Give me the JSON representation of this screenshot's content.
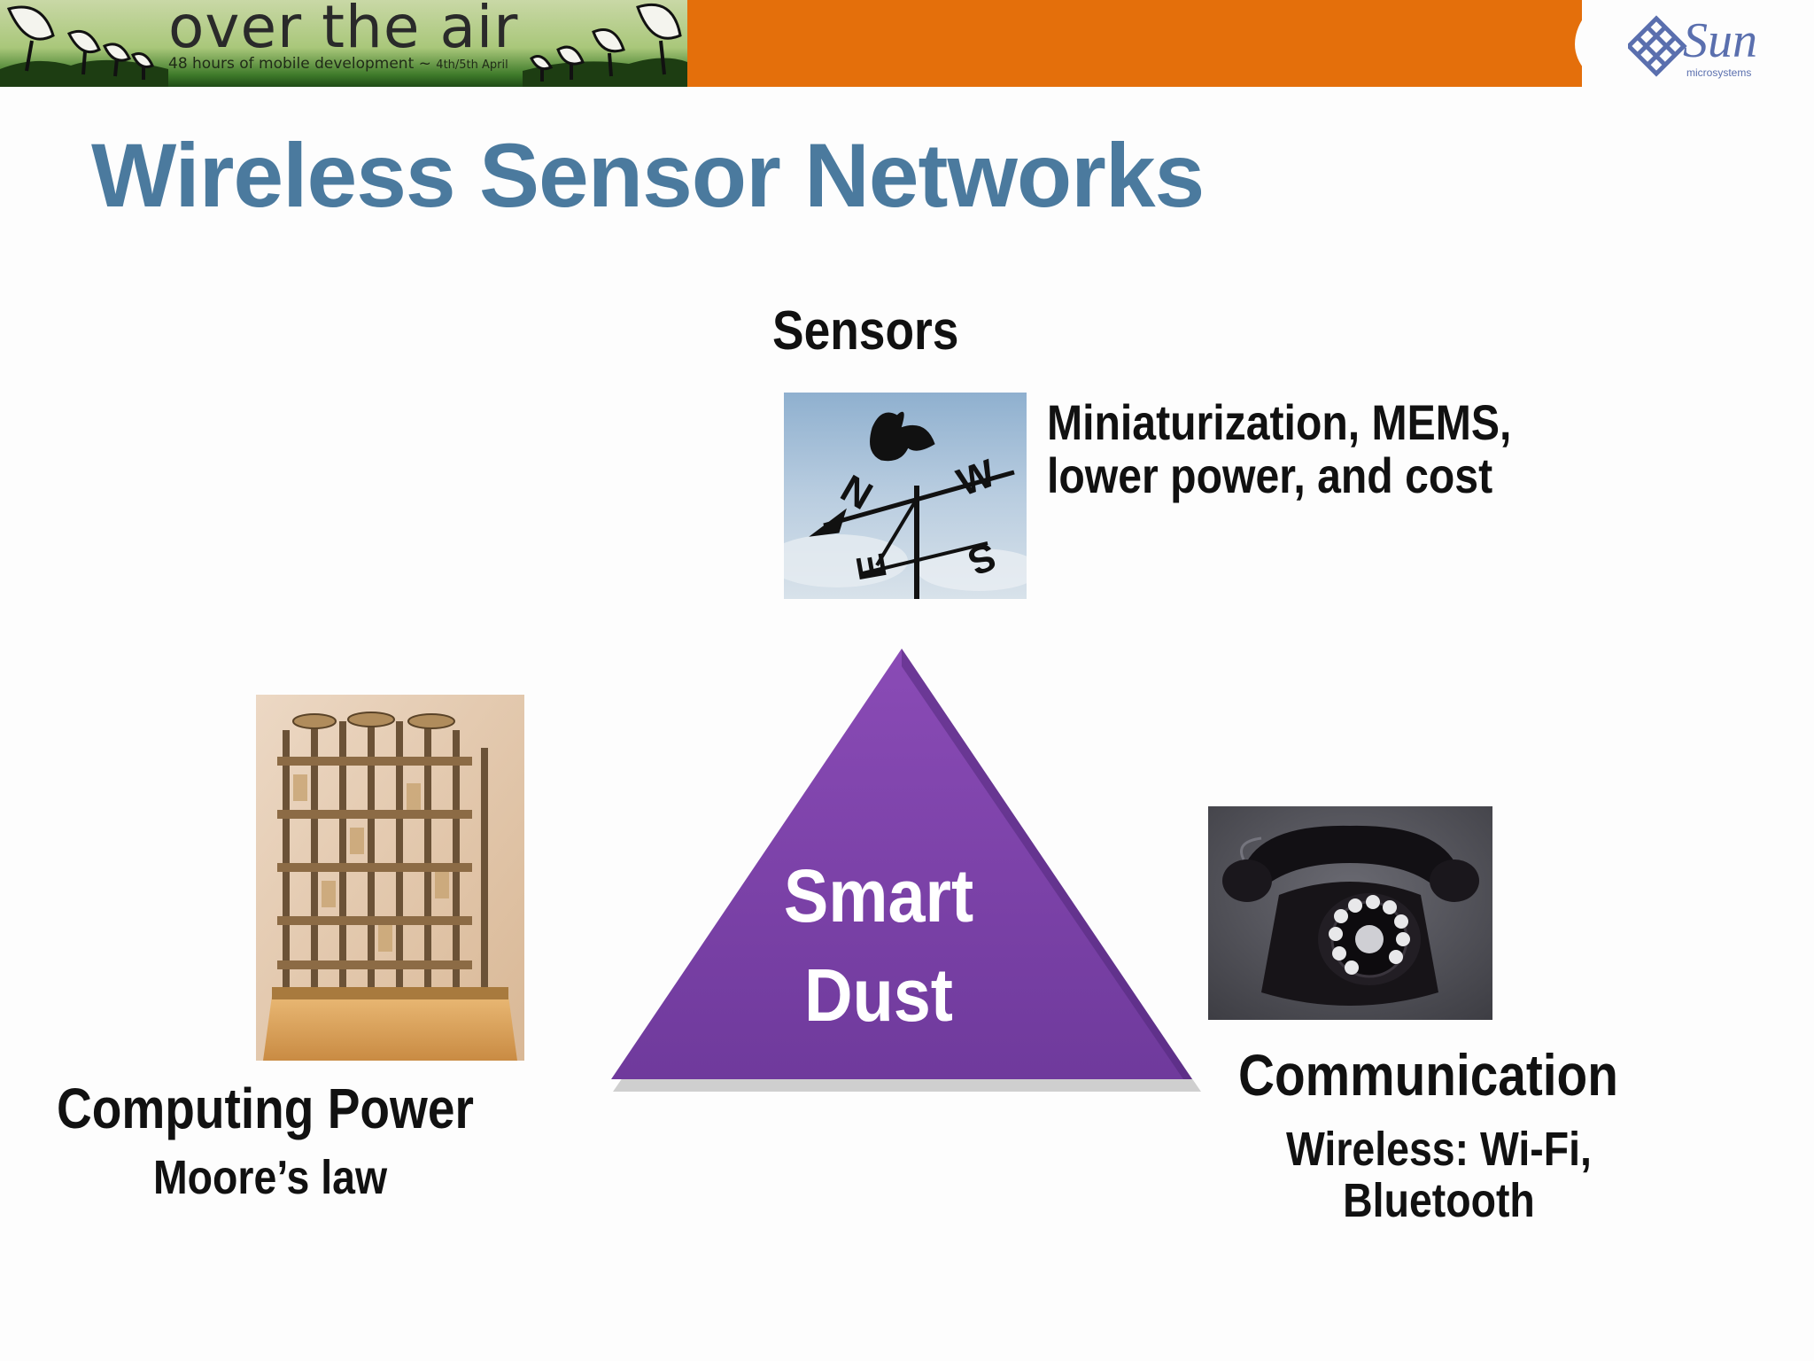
{
  "banner": {
    "title": "over the air",
    "subtitle": "48 hours of mobile development ~",
    "date": "4th/5th April",
    "colors": {
      "green": "#3f7b2a",
      "orange": "#e46f0b"
    }
  },
  "logo": {
    "brand": "Sun",
    "sub": "microsystems",
    "color": "#5a6fae"
  },
  "slide": {
    "title": "Wireless Sensor Networks",
    "title_color": "#4b7a9e",
    "sensors": {
      "heading": "Sensors",
      "line1": "Miniaturization, MEMS,",
      "line2": "lower power, and cost",
      "image": "weather-vane"
    },
    "computing": {
      "heading": "Computing Power",
      "sub": "Moore’s law",
      "image": "difference-engine"
    },
    "communication": {
      "heading": "Communication",
      "line1": "Wireless: Wi-Fi,",
      "line2": "Bluetooth",
      "image": "rotary-telephone"
    },
    "center": {
      "line1": "Smart",
      "line2": "Dust",
      "color": "#7b3fa7"
    },
    "vane_letters": {
      "n": "N",
      "w": "W",
      "s": "S",
      "e": "E"
    }
  }
}
